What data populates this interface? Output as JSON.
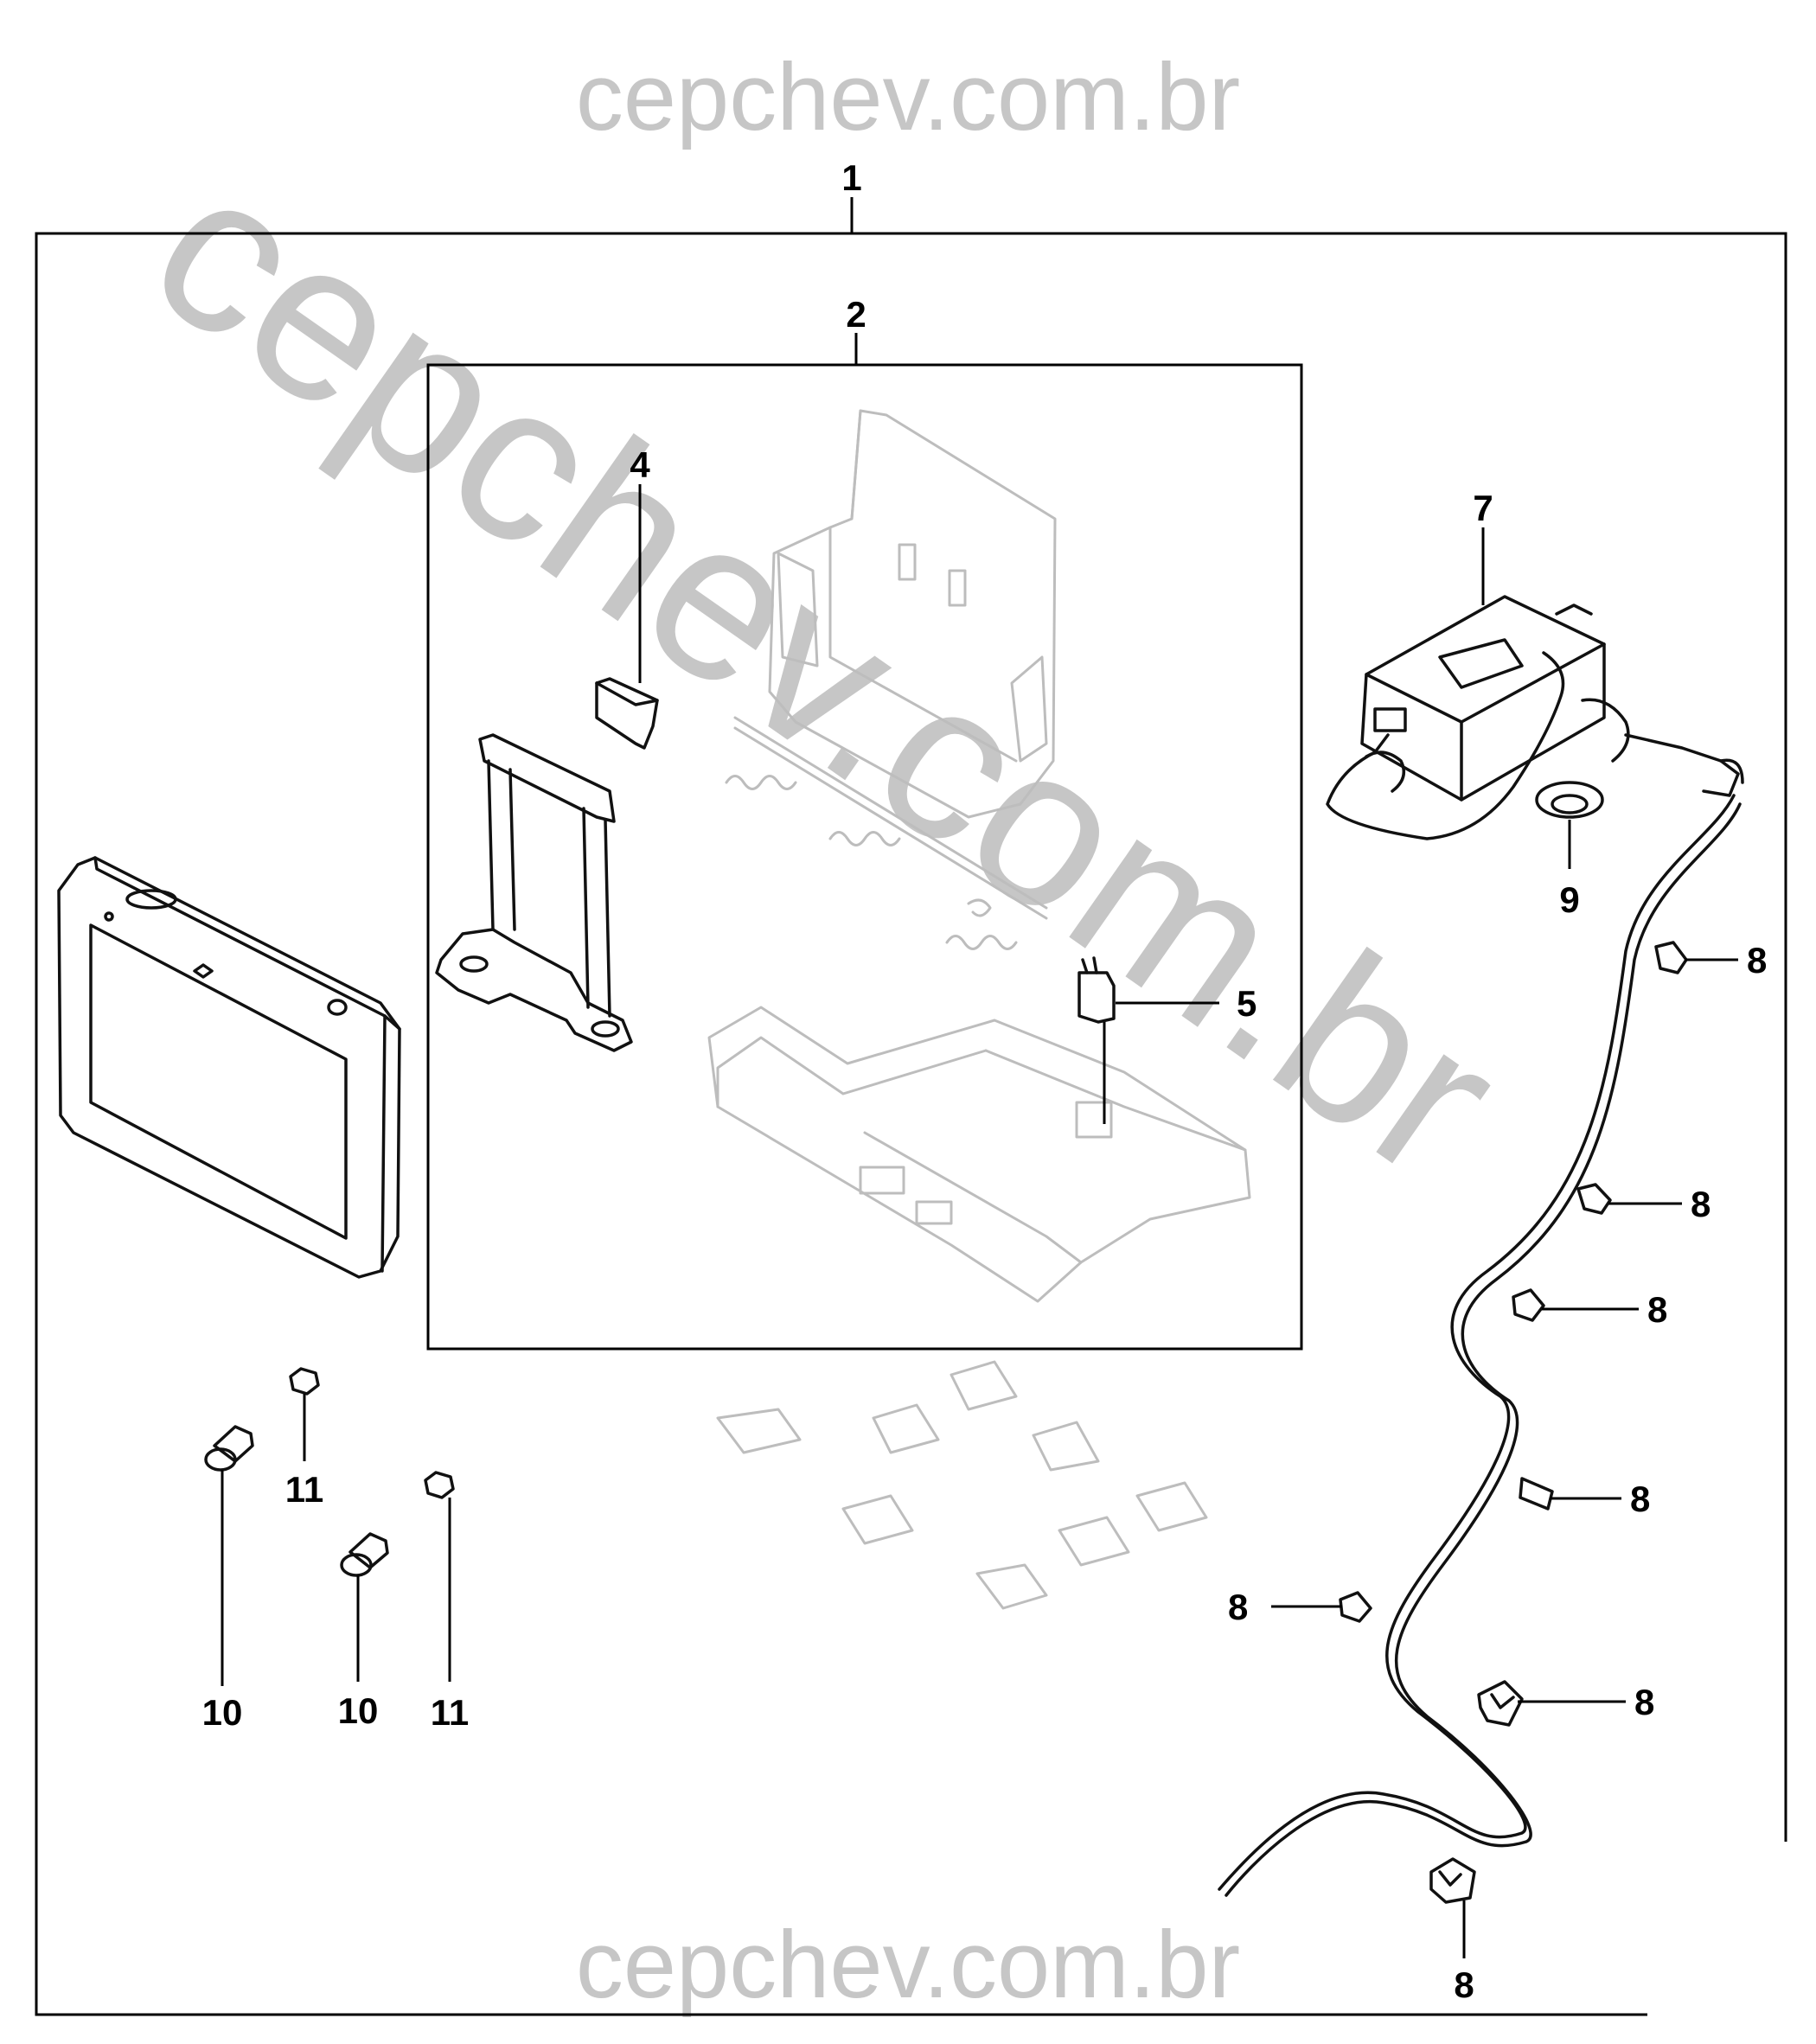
{
  "watermark": {
    "top": "cepchev.com.br",
    "bottom": "cepchev.com.br",
    "diagonal": "cepchev.com.br"
  },
  "callouts": {
    "kit": "1",
    "holder_assembly": "2",
    "latch": "4",
    "switch": "5",
    "module": "7",
    "clips": [
      "8",
      "8",
      "8",
      "8",
      "8",
      "8",
      "8"
    ],
    "grommet": "9",
    "bolts": [
      "10",
      "10"
    ],
    "nuts": [
      "11",
      "11"
    ]
  },
  "colors": {
    "line": "#000000",
    "watermark": "#c6c6c6",
    "ghost_parts": "#bdbdbd"
  }
}
